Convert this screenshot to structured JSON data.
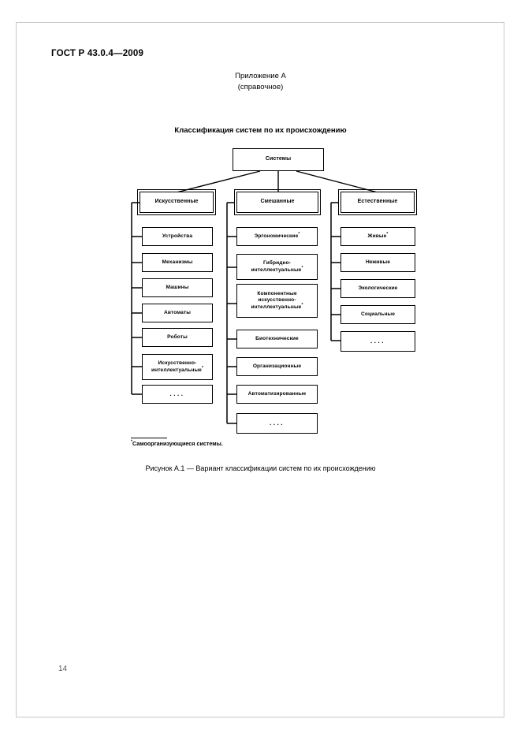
{
  "document": {
    "standard_header": "ГОСТ Р 43.0.4—2009",
    "page_number": "14",
    "appendix_label": "Приложение А",
    "appendix_kind": "(справочное)",
    "figure_title": "Классификация систем по их происхождению",
    "figure_caption": "Рисунок А.1 — Вариант классификации систем по их происхождению",
    "footnote_marker": "*",
    "footnote_text": "Самоорганизующиеся системы."
  },
  "chart_data": {
    "type": "diagram",
    "title": "Классификация систем по их происхождению",
    "root": "Системы",
    "branches": [
      {
        "label": "Искусственные",
        "children": [
          "Устройства",
          "Механизмы",
          "Машины",
          "Автоматы",
          "Роботы",
          "Искусственно-интеллектуальные*",
          "...."
        ]
      },
      {
        "label": "Смешанные",
        "children": [
          "Эргономические*",
          "Гибридно-интеллектуальные*",
          "Компонентные искусственно-интеллектуальные*",
          "Биотехнические",
          "Организационные",
          "Автоматизированные",
          "...."
        ]
      },
      {
        "label": "Естественные",
        "children": [
          "Живые*",
          "Неживые",
          "Экологические",
          "Социальные",
          "...."
        ]
      }
    ]
  },
  "nodes": {
    "root": "Системы",
    "b1": "Искусственные",
    "b2": "Смешанные",
    "b3": "Естественные",
    "a1": "Устройства",
    "a2": "Механизмы",
    "a3": "Машины",
    "a4": "Автоматы",
    "a5": "Роботы",
    "a6_line1": "Искусственно-",
    "a6_line2": "интеллектуальные",
    "a7": "....",
    "m1": "Эргономические",
    "m2_line1": "Гибридно-",
    "m2_line2": "интеллектуальные",
    "m3_line1": "Компонентные",
    "m3_line2": "искусственно-",
    "m3_line3": "интеллектуальные",
    "m4": "Биотехнические",
    "m5": "Организационные",
    "m6": "Автоматизированные",
    "m7": "....",
    "n1": "Живые",
    "n2": "Неживые",
    "n3": "Экологические",
    "n4": "Социальные",
    "n5": "....",
    "star": "*"
  }
}
